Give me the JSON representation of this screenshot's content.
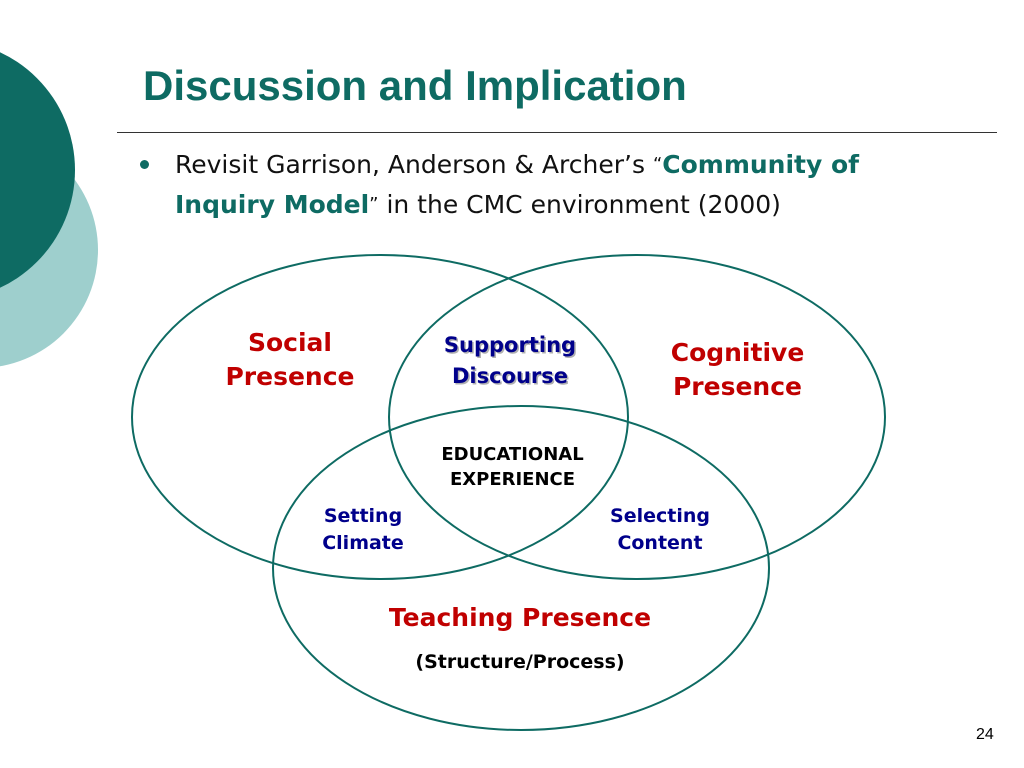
{
  "slide": {
    "title": "Discussion and Implication",
    "bullet": {
      "prefix": "Revisit Garrison, Anderson & Archer’s ",
      "open_quote": "“",
      "model_name": "Community of Inquiry Model",
      "close_quote": "”",
      "suffix": " in the CMC environment (2000)"
    },
    "page_number": "24",
    "colors": {
      "accent": "#0e6b63",
      "deco_dark": "#0e6b63",
      "deco_light": "#9ecfcd",
      "label_red": "#c00000",
      "label_navy": "#00008b"
    }
  },
  "diagram": {
    "social_presence": [
      "Social",
      "Presence"
    ],
    "cognitive_presence": [
      "Cognitive",
      "Presence"
    ],
    "teaching_presence": "Teaching Presence",
    "teaching_subtitle": "(Structure/Process)",
    "supporting_discourse": [
      "Supporting",
      "Discourse"
    ],
    "educational_experience": [
      "EDUCATIONAL",
      "EXPERIENCE"
    ],
    "setting_climate": [
      "Setting",
      "Climate"
    ],
    "selecting_content": [
      "Selecting",
      "Content"
    ]
  }
}
